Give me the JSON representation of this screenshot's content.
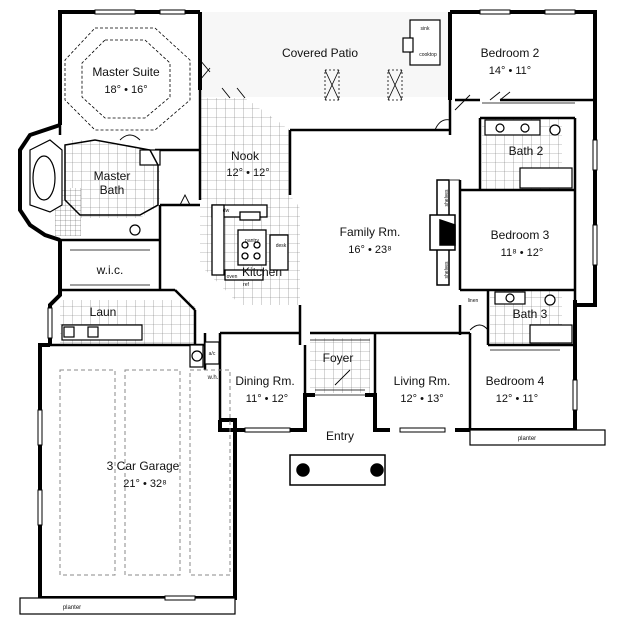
{
  "rooms": {
    "covered_patio": {
      "name": "Covered Patio"
    },
    "master_suite": {
      "name": "Master Suite",
      "dim": "18° • 16°"
    },
    "bedroom2": {
      "name": "Bedroom 2",
      "dim": "14° • 11°"
    },
    "master_bath": {
      "name": "Master\nBath",
      "line1": "Master",
      "line2": "Bath"
    },
    "nook": {
      "name": "Nook",
      "dim": "12° • 12°"
    },
    "bath2": {
      "name": "Bath 2"
    },
    "family": {
      "name": "Family Rm.",
      "dim": "16° • 23⁸"
    },
    "bedroom3": {
      "name": "Bedroom 3",
      "dim": "11⁸ • 12°"
    },
    "wic": {
      "name": "w.i.c."
    },
    "kitchen": {
      "name": "Kitchen"
    },
    "laun": {
      "name": "Laun"
    },
    "bath3": {
      "name": "Bath 3"
    },
    "foyer": {
      "name": "Foyer"
    },
    "dining": {
      "name": "Dining Rm.",
      "dim": "11° • 12°"
    },
    "living": {
      "name": "Living Rm.",
      "dim": "12° • 13°"
    },
    "bedroom4": {
      "name": "Bedroom 4",
      "dim": "12° • 11°"
    },
    "entry": {
      "name": "Entry"
    },
    "garage": {
      "name": "3 Car Garage",
      "dim": "21° • 32⁸"
    }
  },
  "labels": {
    "sink": "sink",
    "cooktop": "cooktop",
    "dw": "dw",
    "planter1": "planter",
    "planter2": "planter",
    "wh": "w.h.",
    "linen": "linen",
    "shelves1": "shelves",
    "shelves2": "shelves",
    "pantry": "pantry",
    "desk": "desk",
    "oven": "oven",
    "ref": "ref",
    "ac": "a/c"
  }
}
